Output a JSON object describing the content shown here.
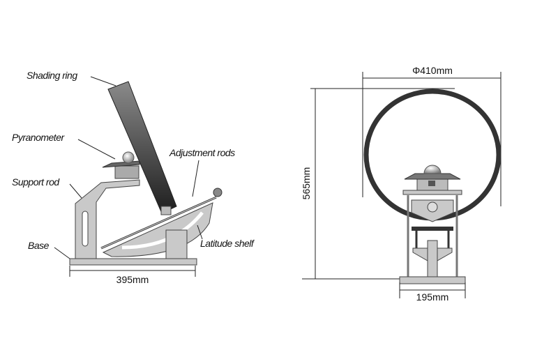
{
  "side_view": {
    "labels": {
      "shading_ring": "Shading ring",
      "pyranometer": "Pyranometer",
      "support_rod": "Support rod",
      "base": "Base",
      "adjustment_rods": "Adjustment rods",
      "latitude_shelf": "Latitude shelf"
    },
    "base_width": "395mm"
  },
  "front_view": {
    "ring_diameter": "Φ410mm",
    "height": "565mm",
    "base_width": "195mm"
  },
  "colors": {
    "ring": "#3a3a3a",
    "metal": "#c9c9c9",
    "line": "#222222"
  }
}
